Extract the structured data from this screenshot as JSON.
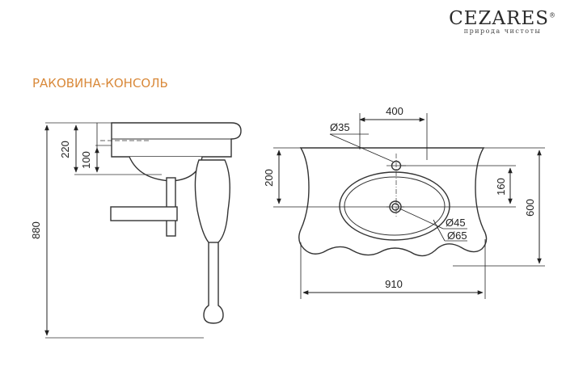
{
  "brand": {
    "name": "CEZARES",
    "mark": "®",
    "tagline": "природа чистоты"
  },
  "title": "РАКОВИНА-КОНСОЛЬ",
  "dimensions": {
    "d880": "880",
    "d220": "220",
    "d100": "100",
    "d400": "400",
    "d35": "Ø35",
    "d200": "200",
    "d160": "160",
    "d600": "600",
    "d45": "Ø45",
    "d65": "Ø65",
    "d910": "910"
  },
  "colors": {
    "title": "#d9893a",
    "line": "#333333"
  }
}
